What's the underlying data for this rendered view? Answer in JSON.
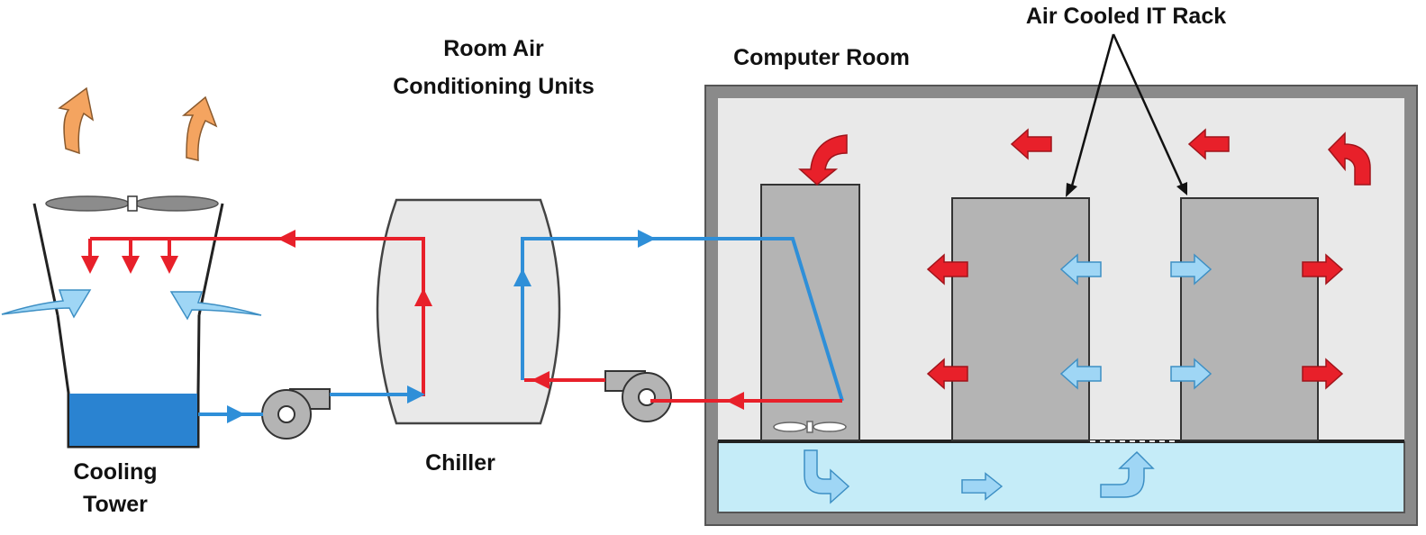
{
  "labels": {
    "cooling_tower_line1": "Cooling",
    "cooling_tower_line2": "Tower",
    "chiller": "Chiller",
    "crac_line1": "Room Air",
    "crac_line2": "Conditioning Units",
    "computer_room": "Computer Room",
    "it_rack": "Air Cooled IT Rack"
  },
  "colors": {
    "hot": "#e8202a",
    "cold": "#2f8fd8",
    "cold_air": "#9fd6f5",
    "exhaust": "#f4a460",
    "room_wall": "#7a7a7a",
    "room_fill": "#e9e9e9",
    "rack_fill": "#b4b4b4",
    "floor_fill": "#c5ecf8",
    "water": "#2a83d1"
  }
}
